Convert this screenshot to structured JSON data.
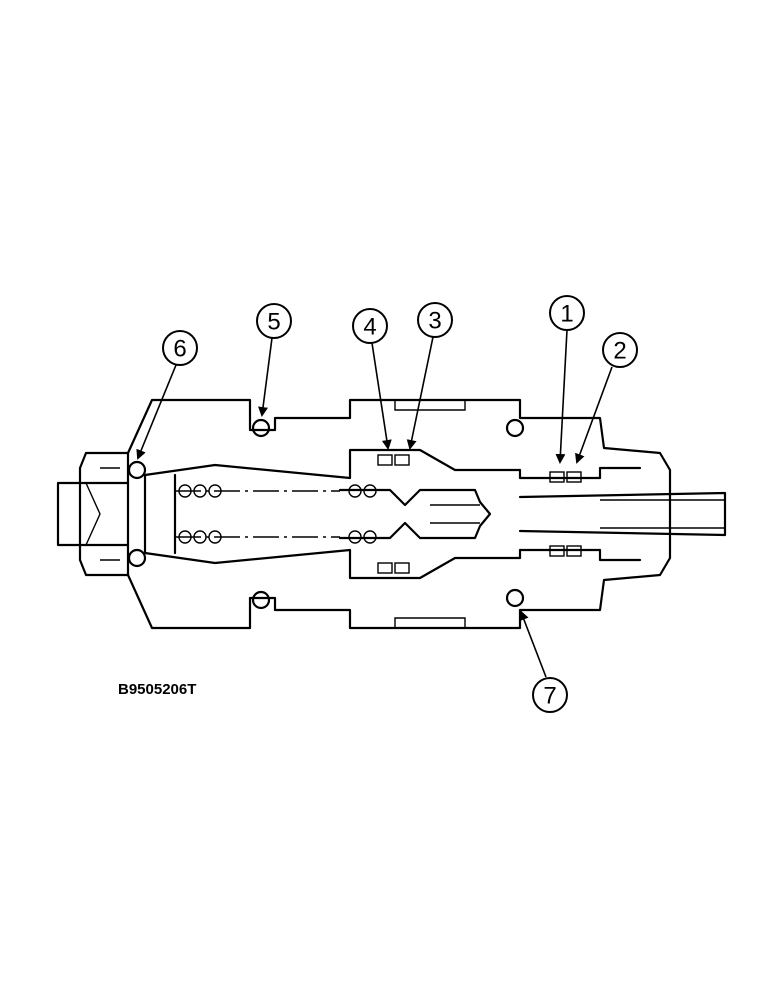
{
  "figure_code": "B9505206T",
  "callouts": [
    {
      "id": "1",
      "label": "1"
    },
    {
      "id": "2",
      "label": "2"
    },
    {
      "id": "3",
      "label": "3"
    },
    {
      "id": "4",
      "label": "4"
    },
    {
      "id": "5",
      "label": "5"
    },
    {
      "id": "6",
      "label": "6"
    },
    {
      "id": "7",
      "label": "7"
    }
  ]
}
